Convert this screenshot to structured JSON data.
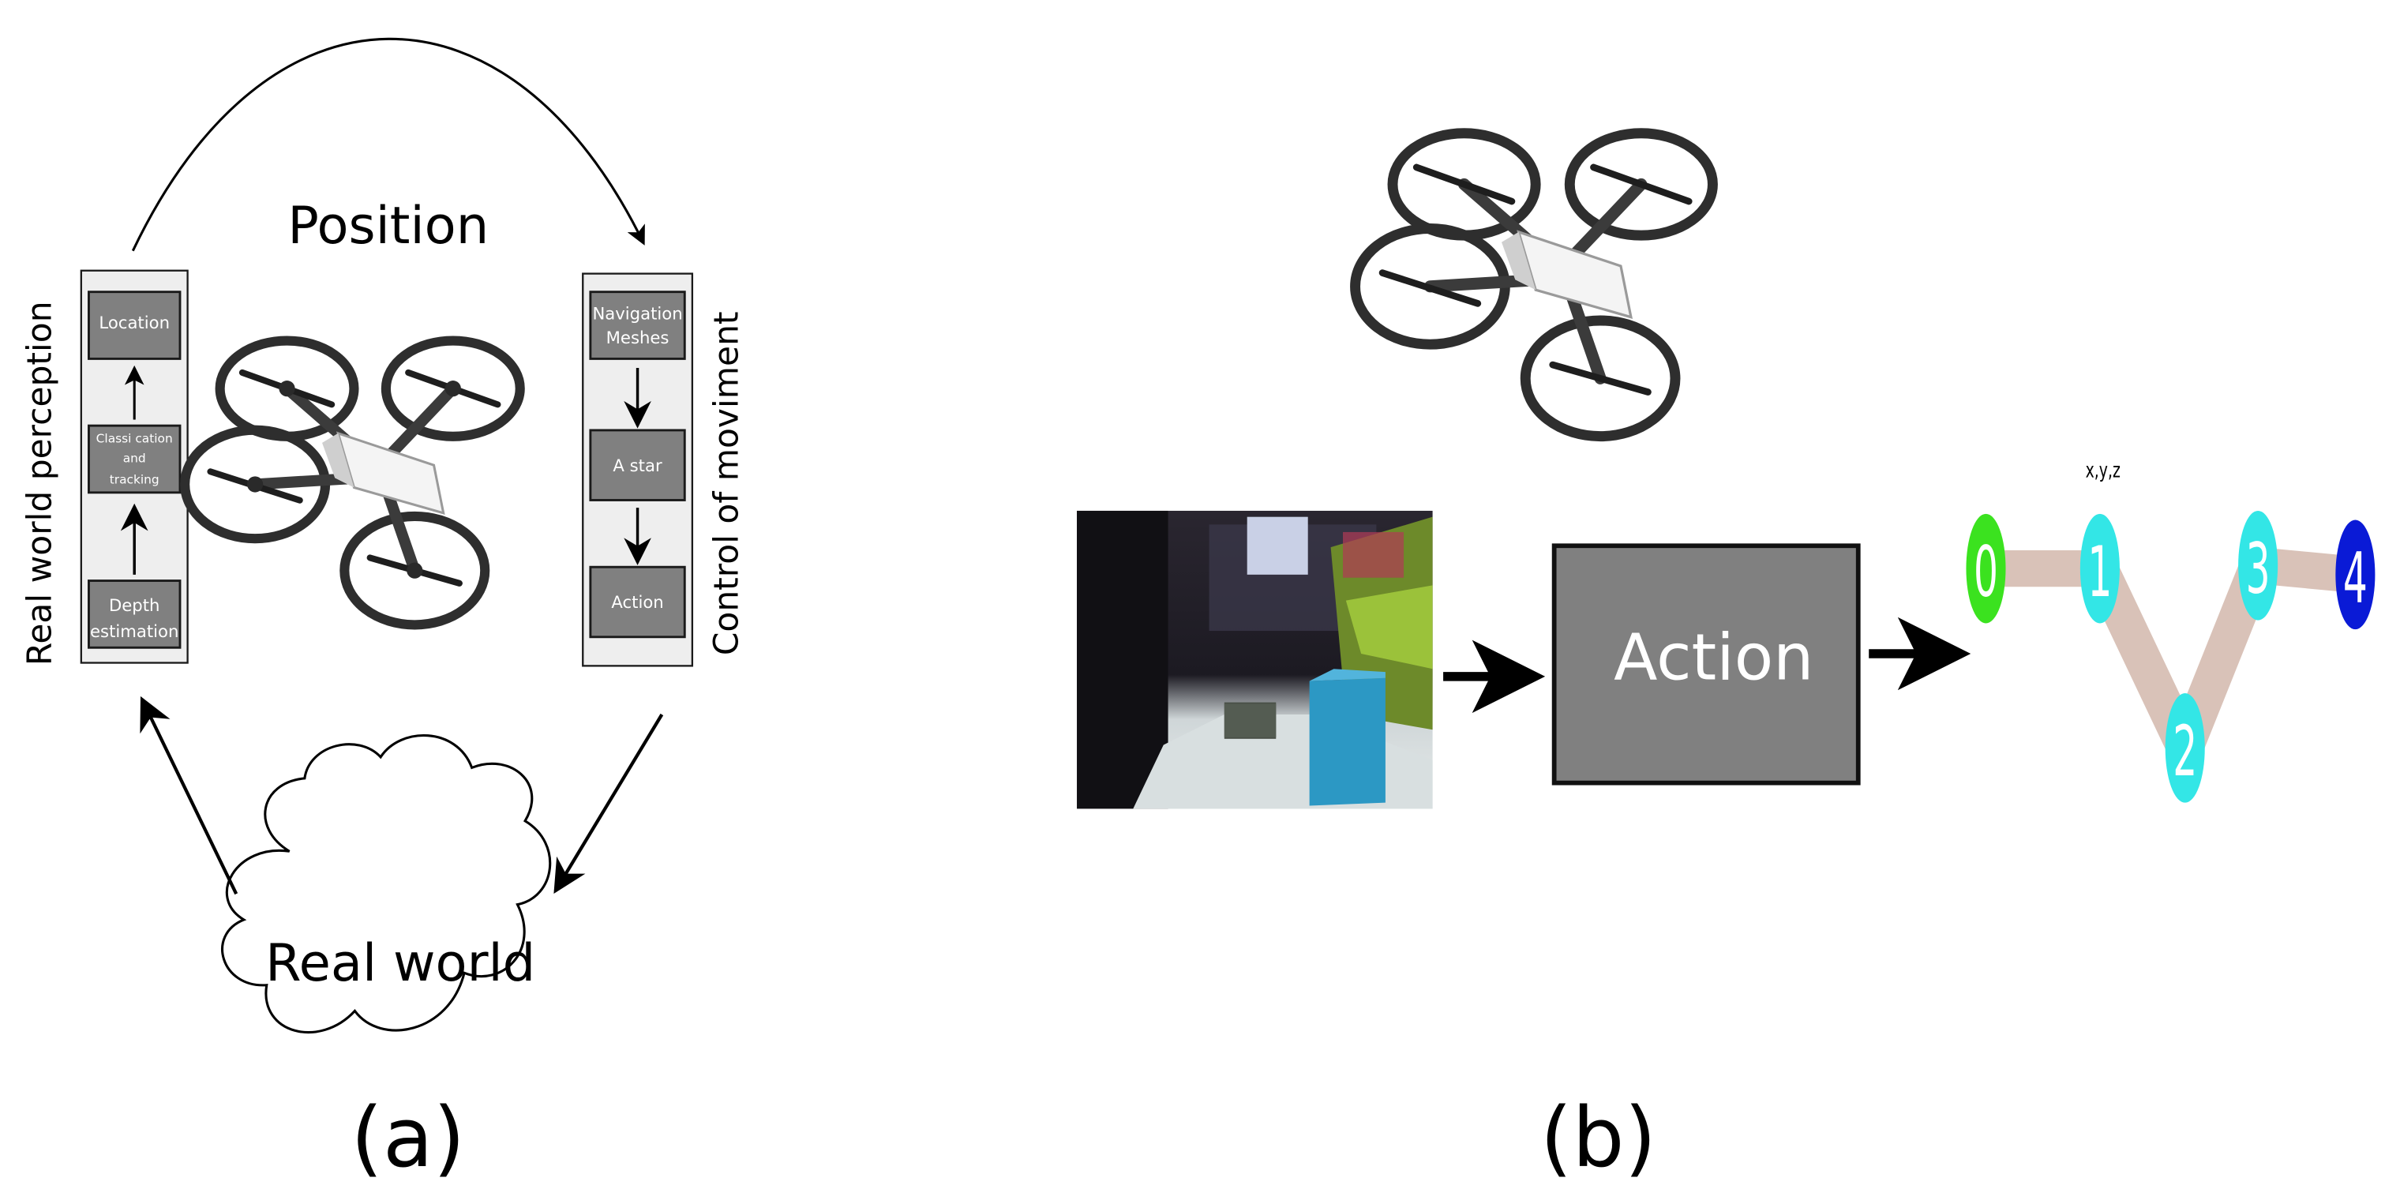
{
  "panel_a": {
    "label": "(a)",
    "position_label": "Position",
    "left_side_label": "Real world perception",
    "right_side_label": "Control of moviment",
    "cloud_label": "Real world",
    "left_stack": {
      "box1": "Location",
      "box2_line1": "Classi  cation",
      "box2_line2": "and",
      "box2_line3": "tracking",
      "box3_line1": "Depth",
      "box3_line2": "estimation"
    },
    "right_stack": {
      "box1_line1": "Navigation",
      "box1_line2": "Meshes",
      "box2": "A star",
      "box3": "Action"
    }
  },
  "panel_b": {
    "label": "(b)",
    "action_label": "Action",
    "coord_label": "x,y,z",
    "nodes": [
      {
        "id": "0",
        "color": "#3be21f"
      },
      {
        "id": "1",
        "color": "#33e6e6"
      },
      {
        "id": "2",
        "color": "#33e6e6"
      },
      {
        "id": "3",
        "color": "#33e6e6"
      },
      {
        "id": "4",
        "color": "#0a1ad6"
      }
    ],
    "edge_color": "#d9c2b8"
  },
  "colors": {
    "box_fill": "#808080",
    "box_stroke": "#1a1a1a",
    "panel_fill": "#eeeeee",
    "ink": "#000000"
  }
}
